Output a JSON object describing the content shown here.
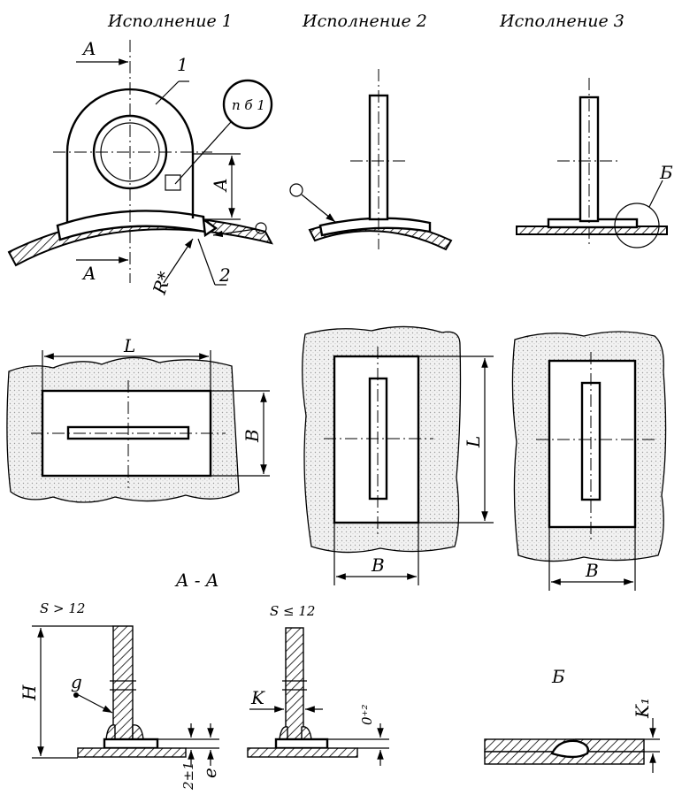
{
  "variants": {
    "v1": "Исполнение 1",
    "v2": "Исполнение 2",
    "v3": "Исполнение 3"
  },
  "labels": {
    "cut_a_top": "A",
    "cut_a_bottom": "A",
    "part_1": "1",
    "part_2": "2",
    "dim_a": "A",
    "radius": "R*",
    "weld_symbol": "п б 1",
    "detail_b": "Б",
    "dim_l_horizontal": "L",
    "dim_b_1": "B",
    "dim_l_vertical": "L",
    "dim_b_2": "B",
    "dim_b_3": "B",
    "section_title": "A - A",
    "s_gt": "S > 12",
    "s_le": "S ≤ 12",
    "dim_h": "H",
    "dim_g": "g",
    "dim_k": "K",
    "dim_e": "e",
    "dim_2pm1": "2±1",
    "dim_0p2": "0⁺²",
    "detail_b_title": "Б",
    "dim_k1": "K₁"
  }
}
